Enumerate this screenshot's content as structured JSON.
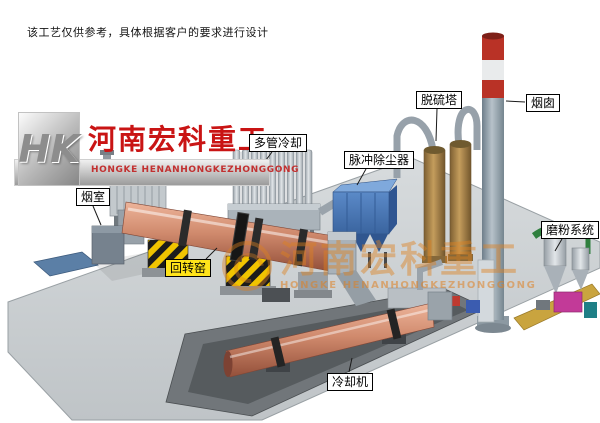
{
  "disclaimer": "该工艺仅供参考，具体根据客户的要求进行设计",
  "logo": {
    "monogram": "HK",
    "company_cn": "河南宏科重工",
    "company_en": "HONGKE HENANHONGKEZHONGGONG"
  },
  "watermark": {
    "company_cn": "河南宏科重工",
    "company_en": "HONGKE HENANHONGKEZHONGGONG"
  },
  "labels": {
    "smoke_chamber": "烟室",
    "rotary_kiln": "回转窑",
    "multi_tube_cooler": "多管冷却",
    "pulse_dust_collector": "脉冲除尘器",
    "desulfurization_tower": "脱硫塔",
    "chimney": "烟囱",
    "grinding_system": "磨粉系统",
    "cooling_machine": "冷却机"
  },
  "colors": {
    "kiln_shell": "#d08a6d",
    "dust_collector_blue": "#4679b5",
    "desulfurization_tan": "#c49d5c",
    "chimney_stripe_red": "#b93226",
    "hazard_yellow": "#f0c400",
    "watermark_orange": "#de8020",
    "logo_red": "#c91414",
    "ground_gray": "#ccd1d3"
  }
}
